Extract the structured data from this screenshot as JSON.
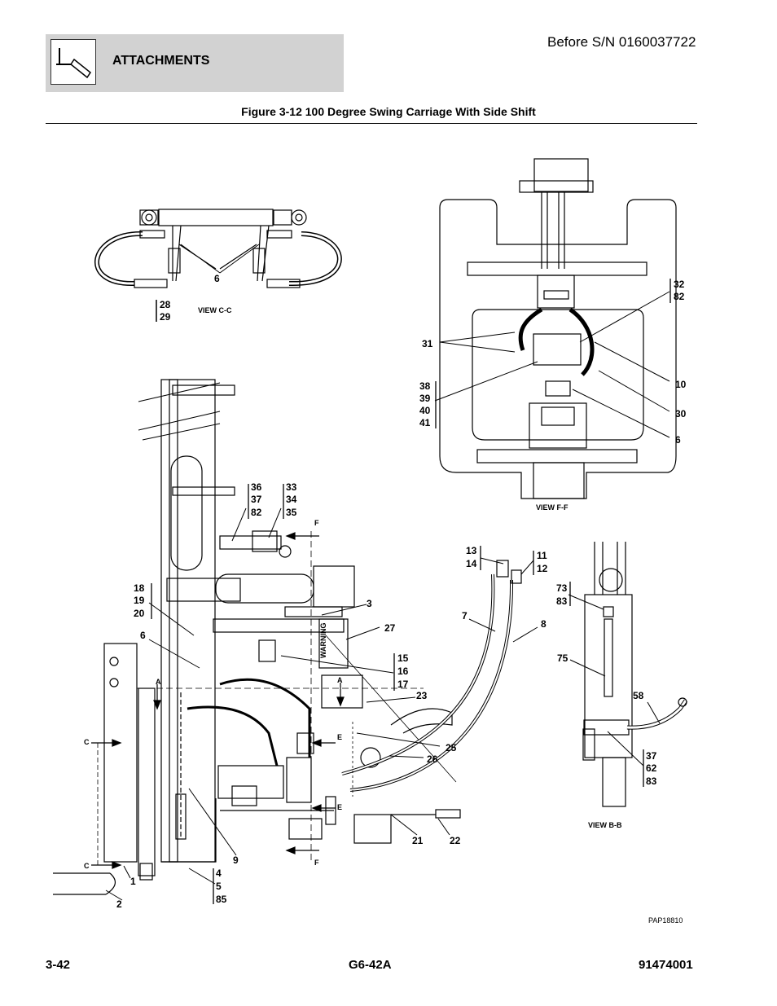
{
  "header": {
    "section_title": "ATTACHMENTS",
    "serial_note": "Before S/N 0160037722",
    "figure_title": "Figure 3-12 100 Degree Swing Carriage With Side Shift"
  },
  "views": {
    "c_c": "VIEW C-C",
    "f_f": "VIEW F-F",
    "b_b": "VIEW B-B",
    "warning_decal": "WARNING"
  },
  "section_marks": {
    "a": "A",
    "c": "C",
    "e": "E",
    "f": "F"
  },
  "callouts": {
    "c1": "1",
    "c2": "2",
    "c3": "3",
    "c6": "6",
    "c7": "7",
    "c8": "8",
    "c9": "9",
    "c10": "10",
    "c21": "21",
    "c22": "22",
    "c23": "23",
    "c25": "25",
    "c26": "26",
    "c27": "27",
    "c30": "30",
    "c31": "31",
    "c58": "58",
    "c75": "75",
    "g28": "28",
    "g29": "29",
    "g32": "32",
    "g82a": "82",
    "g38": "38",
    "g39": "39",
    "g40": "40",
    "g41": "41",
    "g36": "36",
    "g37a": "37",
    "g82b": "82",
    "g33": "33",
    "g34": "34",
    "g35": "35",
    "g18": "18",
    "g19": "19",
    "g20": "20",
    "g13": "13",
    "g14": "14",
    "g11": "11",
    "g12": "12",
    "g73": "73",
    "g83a": "83",
    "g15": "15",
    "g16": "16",
    "g17": "17",
    "g37b": "37",
    "g62": "62",
    "g83b": "83",
    "g4": "4",
    "g5": "5",
    "g85": "85"
  },
  "drawing_number": "PAP18810",
  "footer": {
    "page_number": "3-42",
    "model": "G6-42A",
    "manual_number": "91474001"
  }
}
